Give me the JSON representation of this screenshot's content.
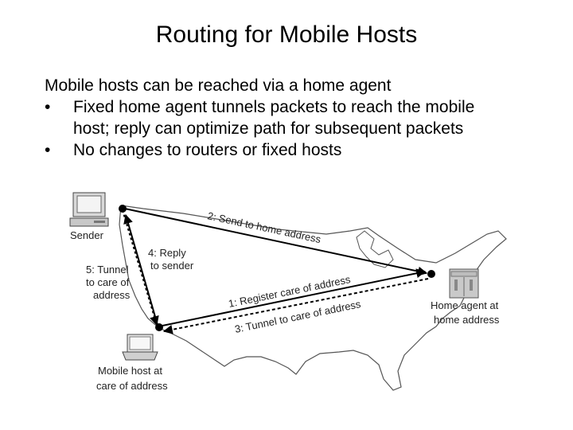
{
  "slide": {
    "title": "Routing for Mobile Hosts",
    "intro": "Mobile hosts can be reached via a home agent",
    "bullets": [
      {
        "marker": "•",
        "lines": [
          "Fixed home agent tunnels packets to reach the mobile",
          "host; reply can optimize path for subsequent packets"
        ]
      },
      {
        "marker": "•",
        "lines": [
          "No changes to routers or fixed hosts"
        ]
      }
    ]
  },
  "diagram": {
    "nodes": {
      "sender": {
        "label": "Sender",
        "icon": "desktop-computer-icon"
      },
      "home_agent": {
        "label_lines": [
          "Home agent at",
          "home address"
        ],
        "icon": "server-icon"
      },
      "mobile_host": {
        "label_lines": [
          "Mobile host at",
          "care of address"
        ],
        "icon": "laptop-icon"
      }
    },
    "steps": {
      "send_home": "2: Send to home address",
      "reply": [
        "4: Reply",
        "to sender"
      ],
      "tunnel_care": [
        "5: Tunnel",
        "to care of",
        "address"
      ],
      "register": "1: Register care of address",
      "tunnel": "3: Tunnel to care of address"
    }
  }
}
